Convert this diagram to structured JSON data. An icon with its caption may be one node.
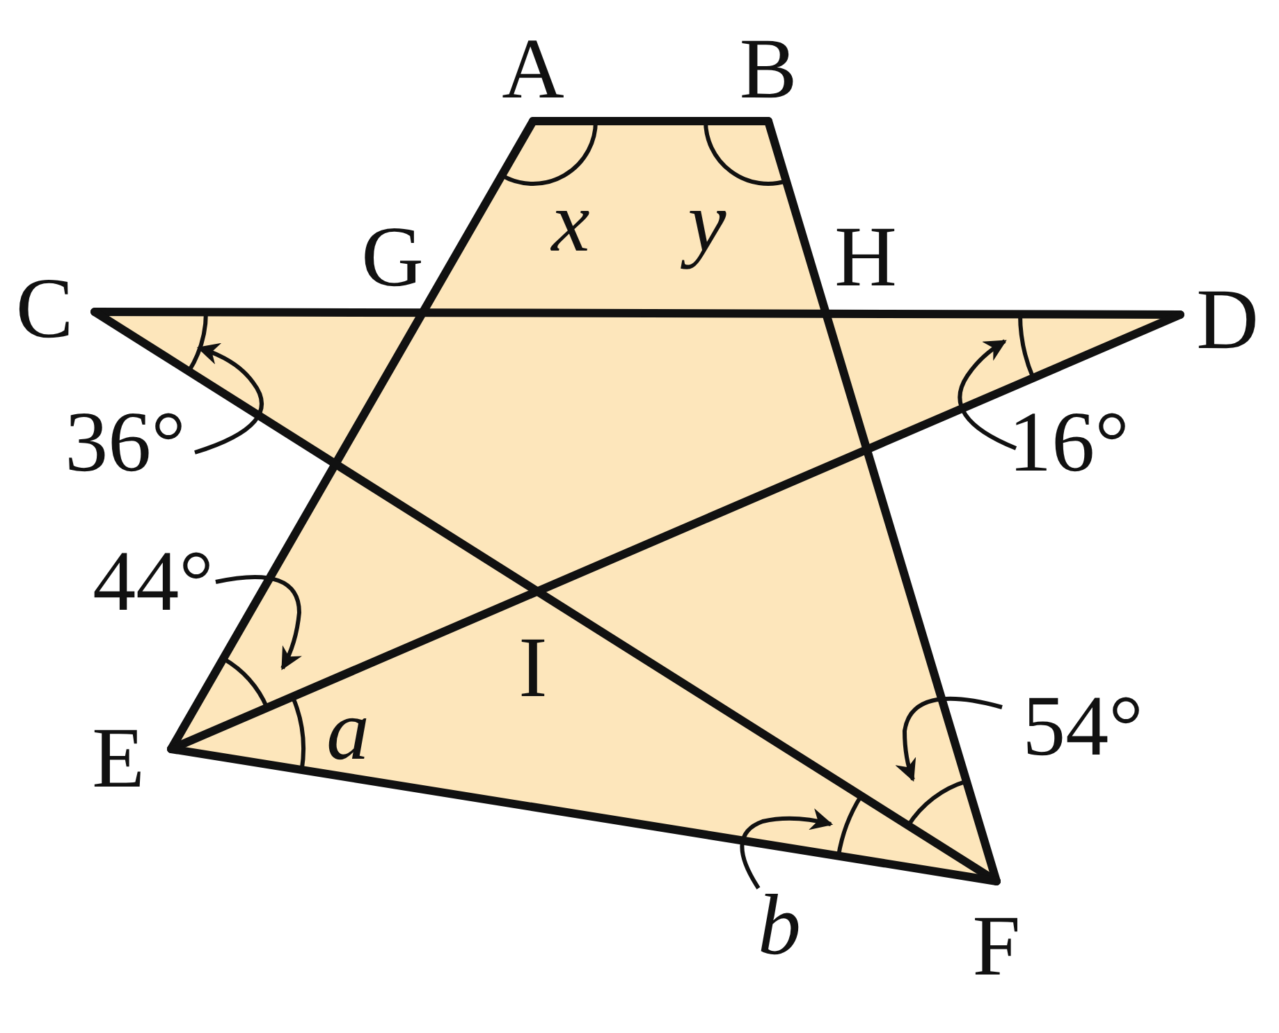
{
  "diagram": {
    "nodes": [
      {
        "text": [
          "36°"
        ]
      },
      {
        "text": [
          "16°"
        ]
      },
      {
        "text": [
          "44°"
        ]
      },
      {
        "text": [
          "54°"
        ]
      },
      {
        "text": [
          "b"
        ]
      }
    ],
    "edges": [
      {
        "from": 0,
        "to": null,
        "arrow": "to"
      },
      {
        "from": 1,
        "to": null,
        "arrow": "to"
      },
      {
        "from": 2,
        "to": null,
        "arrow": "to"
      },
      {
        "from": 3,
        "to": null,
        "arrow": "to"
      },
      {
        "from": 4,
        "to": null,
        "arrow": "to"
      }
    ],
    "labels": [
      "A",
      "B",
      "G",
      "H",
      "C",
      "D",
      "x",
      "y",
      "I",
      "a",
      "E",
      "F"
    ]
  }
}
